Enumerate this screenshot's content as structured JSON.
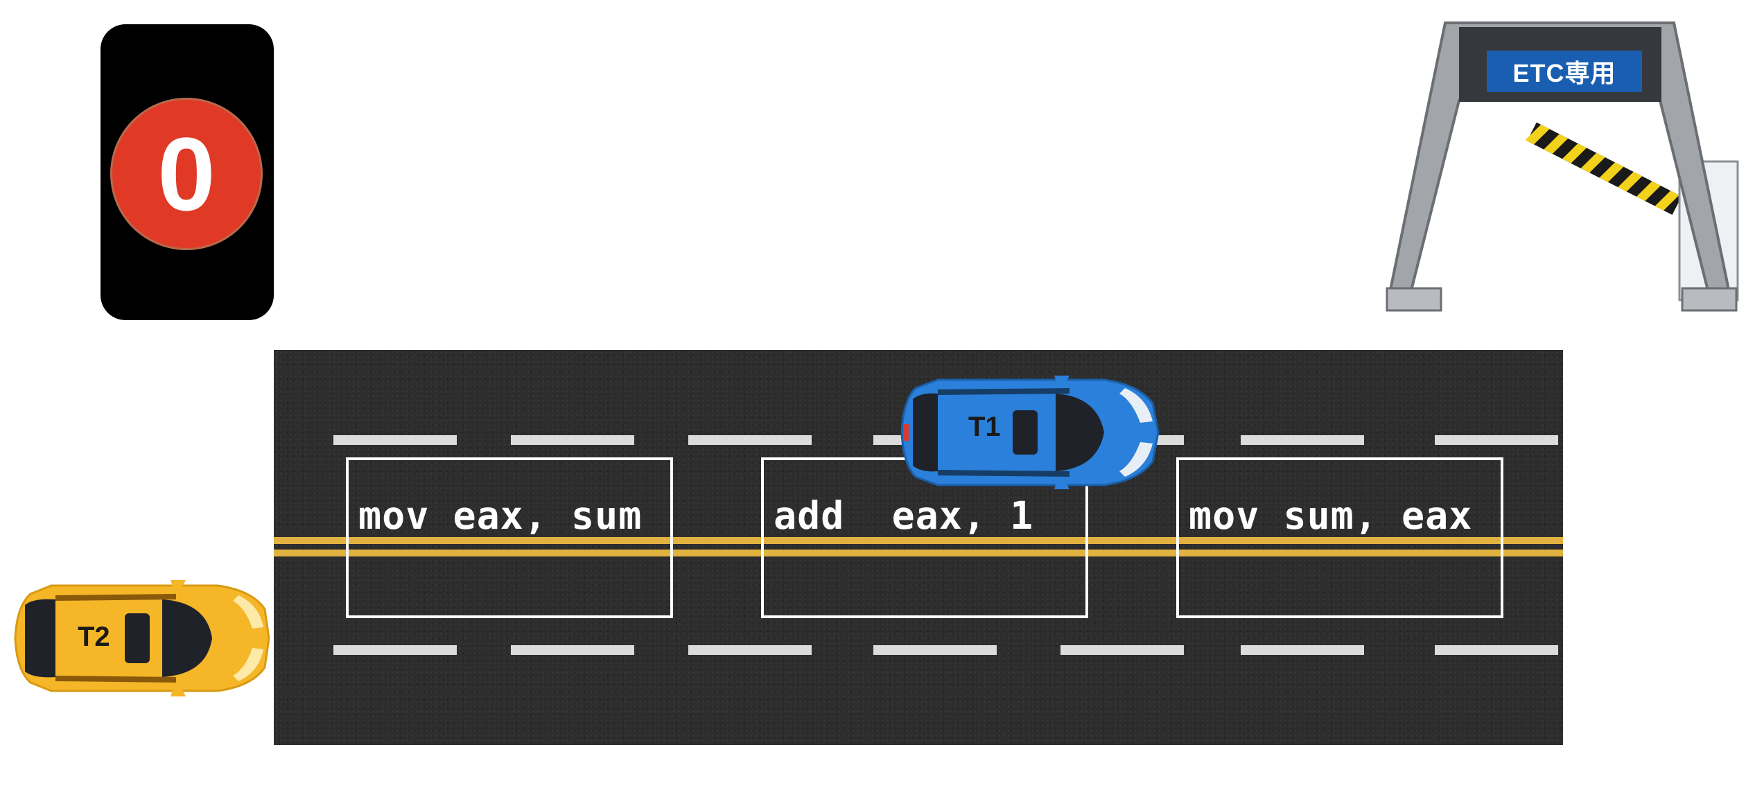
{
  "counter": {
    "value": "0"
  },
  "gate": {
    "sign_label": "ETC専用"
  },
  "instructions": [
    {
      "text": "mov eax, sum"
    },
    {
      "text": "add  eax, 1"
    },
    {
      "text": "mov sum, eax"
    }
  ],
  "cars": [
    {
      "label": "T1",
      "color": "#2a80db"
    },
    {
      "label": "T2",
      "color": "#f5b628"
    }
  ],
  "colors": {
    "road": "#2d2d2d",
    "center_line": "#e1b23f",
    "counter_circle": "#e03a27",
    "gate_sign": "#1a5eb1"
  }
}
